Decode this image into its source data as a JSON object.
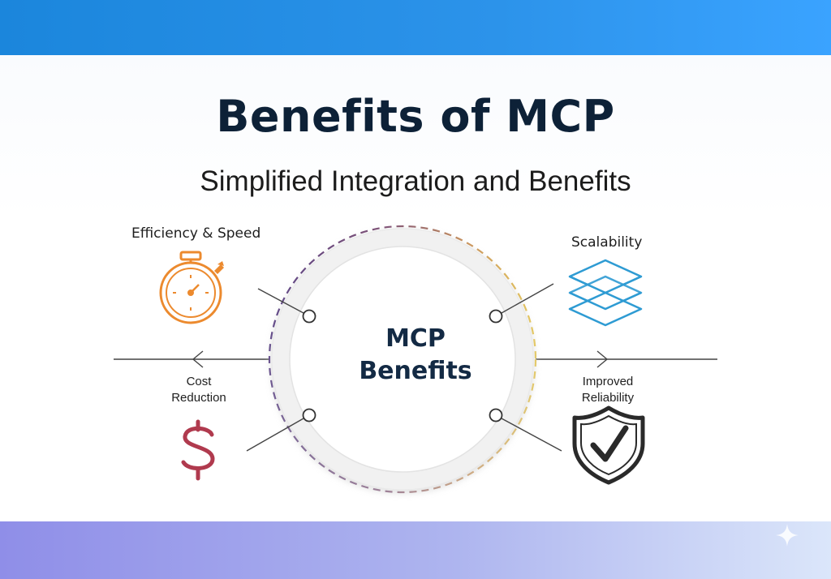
{
  "title": "Benefits of MCP",
  "subtitle": "Simplified Integration and Benefits",
  "center": {
    "line1": "MCP",
    "line2": "Benefits"
  },
  "benefits": {
    "efficiency": {
      "label": "Efficiency & Speed",
      "icon": "stopwatch-icon",
      "color": "#ec8a2e"
    },
    "scalability": {
      "label": "Scalability",
      "icon": "stacked-layers-icon",
      "color": "#2e9bd3"
    },
    "cost": {
      "line1": "Cost",
      "line2": "Reduction",
      "icon": "dollar-icon",
      "color": "#b03a4e"
    },
    "reliability": {
      "line1": "Improved",
      "line2": "Reliability",
      "icon": "shield-check-icon",
      "color": "#2a2a2a"
    }
  },
  "colors": {
    "title": "#0d2137",
    "top_band": "#2c93ea",
    "bottom_band": "#aeb5ef",
    "ring_dash_purple": "#4b2f7a",
    "ring_dash_yellow": "#e8c64a"
  }
}
